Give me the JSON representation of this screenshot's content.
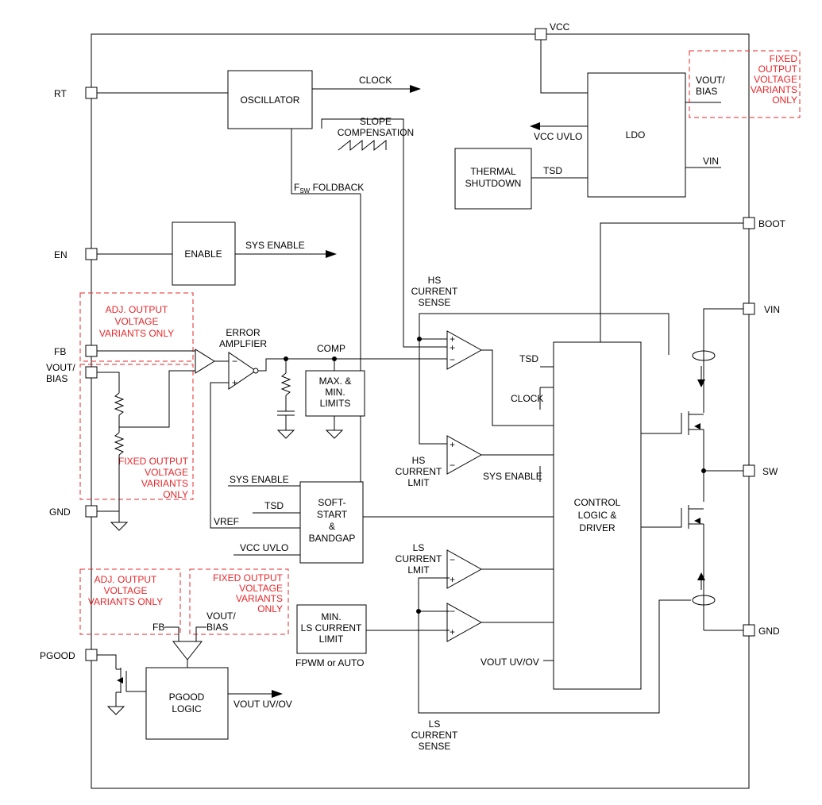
{
  "colors": {
    "line": "#000000",
    "annotation": "#e8262a",
    "background": "#ffffff"
  },
  "pins": {
    "vcc": "VCC",
    "rt": "RT",
    "en": "EN",
    "fb": "FB",
    "vout_bias": "VOUT/\nBIAS",
    "gnd_left": "GND",
    "pgood": "PGOOD",
    "boot": "BOOT",
    "vin": "VIN",
    "sw": "SW",
    "gnd_right": "GND"
  },
  "blocks": {
    "oscillator": "OSCILLATOR",
    "ldo": "LDO",
    "thermal": "THERMAL\nSHUTDOWN",
    "enable": "ENABLE",
    "maxmin": "MAX. &\nMIN.\nLIMITS",
    "softstart": "SOFT-\nSTART\n&\nBANDGAP",
    "minls": "MIN.\nLS CURRENT\nLIMIT",
    "control": "CONTROL\nLOGIC &\nDRIVER",
    "pgood_logic": "PGOOD\nLOGIC"
  },
  "labels": {
    "clock": "CLOCK",
    "slope": "SLOPE\nCOMPENSATION",
    "fsw_main": "F",
    "fsw_sub": "SW",
    "foldback": " FOLDBACK",
    "vcc_uvlo": "VCC UVLO",
    "vout_bias_ldo": "VOUT/\nBIAS",
    "vin_ldo": "VIN",
    "tsd": "TSD",
    "sys_enable": "SYS ENABLE",
    "hs_current_sense": "HS\nCURRENT\nSENSE",
    "error_amp": "ERROR\nAMPLFIER",
    "comp": "COMP",
    "tsd_ctrl": "TSD",
    "clock_ctrl": "CLOCK",
    "hs_current_limit": "HS\nCURRENT\nLMIT",
    "sys_enable_ctrl": "SYS ENABLE",
    "sys_enable_ss": "SYS ENABLE",
    "tsd_ss": "TSD",
    "vref": "VREF",
    "vcc_uvlo_ss": "VCC UVLO",
    "ls_current_limit": "LS\nCURRENT\nLMIT",
    "fpwm": "FPWM or AUTO",
    "vout_uvov_ctrl": "VOUT UV/OV",
    "ls_current_sense": "LS\nCURRENT\nSENSE",
    "fb_pg": "FB",
    "vout_bias_pg": "VOUT/\nBIAS",
    "vout_uvov_pg": "VOUT UV/OV"
  },
  "annotations": {
    "fixed_top": "FIXED\nOUTPUT\nVOLTAGE\nVARIANTS\nONLY",
    "adj_fb": "ADJ. OUTPUT\nVOLTAGE\nVARIANTS ONLY",
    "fixed_left": "FIXED OUTPUT\nVOLTAGE\nVARIANTS\nONLY",
    "adj_pg": "ADJ. OUTPUT\nVOLTAGE\nVARIANTS ONLY",
    "fixed_pg": "FIXED OUTPUT\nVOLTAGE\nVARIANTS\nONLY"
  },
  "opamp_signs": {
    "plus": "+",
    "minus": "−"
  }
}
